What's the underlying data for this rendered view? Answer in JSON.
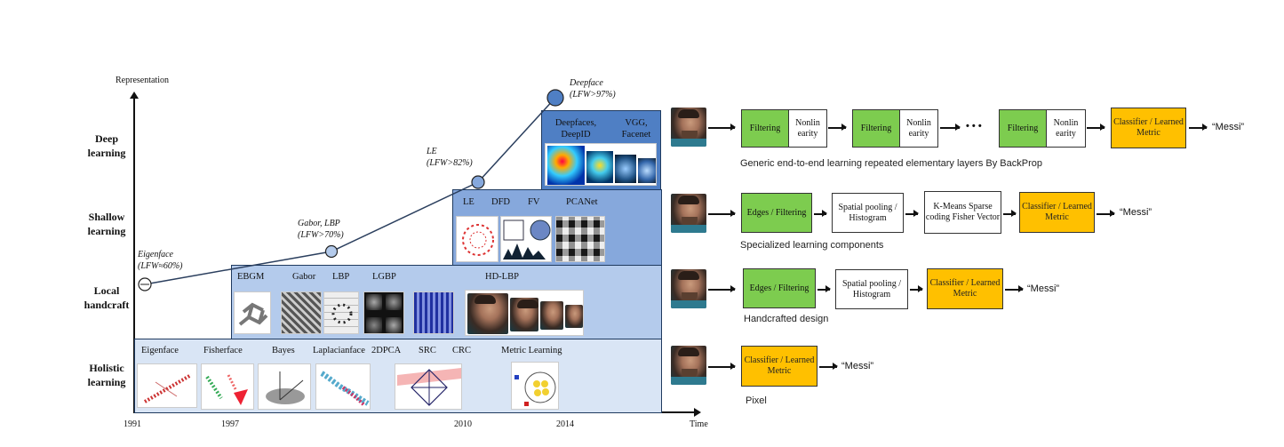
{
  "axes": {
    "y_label": "Representation",
    "x_label": "Time",
    "years": [
      "1991",
      "1997",
      "2010",
      "2014"
    ]
  },
  "rows": {
    "deep": "Deep learning",
    "shallow": "Shallow learning",
    "local": "Local handcraft",
    "holistic": "Holistic learning"
  },
  "milestones": {
    "eigenface": {
      "name": "Eigenface",
      "acc": "(LFW≈60%)"
    },
    "gabor": {
      "name": "Gabor, LBP",
      "acc": "(LFW>70%)"
    },
    "le": {
      "name": "LE",
      "acc": "(LFW>82%)"
    },
    "deepface": {
      "name": "Deepface",
      "acc": "(LFW>97%)"
    }
  },
  "deep_methods": [
    "Deepfaces, DeepID",
    "VGG, Facenet"
  ],
  "shallow_methods": [
    "LE",
    "DFD",
    "FV",
    "PCANet"
  ],
  "local_methods": [
    "EBGM",
    "Gabor",
    "LBP",
    "LGBP",
    "HD-LBP"
  ],
  "holistic_methods": [
    "Eigenface",
    "Fisherface",
    "Bayes",
    "Laplacianface",
    "2DPCA",
    "SRC",
    "CRC",
    "Metric Learning"
  ],
  "pipelines": {
    "row1": {
      "boxes": [
        "Filtering",
        "Nonlin earity",
        "Filtering",
        "Nonlin earity",
        "Filtering",
        "Nonlin earity",
        "Classifier / Learned Metric"
      ],
      "ellipsis": "• • •",
      "output": "“Messi”",
      "caption": "Generic end-to-end learning repeated elementary layers By BackProp"
    },
    "row2": {
      "boxes": [
        "Edges / Filtering",
        "Spatial pooling / Histogram",
        "K-Means Sparse coding Fisher Vector",
        "Classifier / Learned Metric"
      ],
      "output": "“Messi”",
      "caption": "Specialized learning components"
    },
    "row3": {
      "boxes": [
        "Edges / Filtering",
        "Spatial pooling / Histogram",
        "Classifier / Learned Metric"
      ],
      "output": "“Messi”",
      "caption": "Handcrafted design"
    },
    "row4": {
      "boxes": [
        "Classifier / Learned Metric"
      ],
      "output": "“Messi”",
      "caption": "Pixel"
    }
  },
  "colors": {
    "deep_band": "#4f7fc4",
    "shallow_band": "#86a8dc",
    "local_band": "#b4cbec",
    "holistic_band": "#d9e5f5",
    "green": "#7dcc4f",
    "orange": "#ffc000"
  }
}
